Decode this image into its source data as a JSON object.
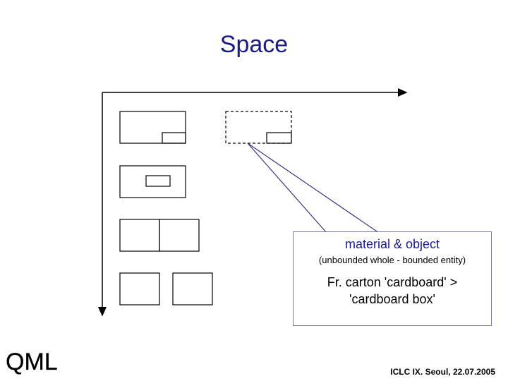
{
  "title": "Space",
  "callout": {
    "heading": "material & object",
    "subheading": "(unbounded whole - bounded entity)",
    "example": "Fr. carton 'cardboard' > 'cardboard box'"
  },
  "logo_text": "QML",
  "footer": "ICLC IX. Seoul, 22.07.2005",
  "colors": {
    "title": "#1a1a8c",
    "connector": "#33338c"
  }
}
